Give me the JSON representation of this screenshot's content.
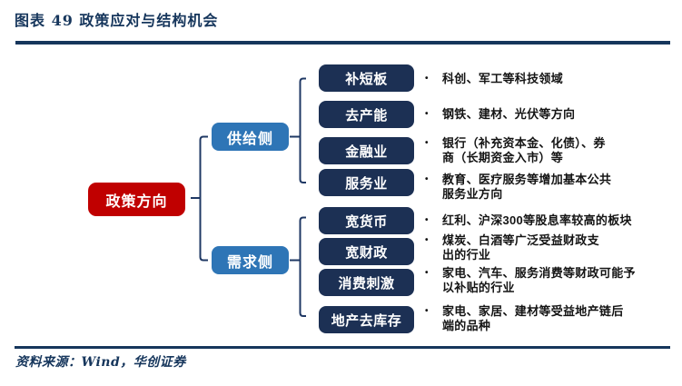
{
  "header": {
    "title": "图表 49  政策应对与结构机会"
  },
  "footer": {
    "source": "资料来源：Wind，华创证券"
  },
  "colors": {
    "accent_navy": "#16365C",
    "root_red": "#C00000",
    "branch_blue": "#2E75B6",
    "leaf_navy": "#1C3054",
    "text_black": "#141414"
  },
  "diagram": {
    "bullet": "•",
    "root": {
      "label": "政策方向"
    },
    "branches": [
      {
        "label": "供给侧",
        "children": [
          {
            "label": "补短板",
            "desc": "科创、军工等科技领域"
          },
          {
            "label": "去产能",
            "desc": "钢铁、建材、光伏等方向"
          },
          {
            "label": "金融业",
            "desc": "银行（补充资本金、化债）、券\n商（长期资金入市）等"
          },
          {
            "label": "服务业",
            "desc": "教育、医疗服务等增加基本公共\n服务业方向"
          }
        ]
      },
      {
        "label": "需求侧",
        "children": [
          {
            "label": "宽货币",
            "desc": "红利、沪深300等股息率较高的板块"
          },
          {
            "label": "宽财政",
            "desc": "煤炭、白酒等广泛受益财政支\n出的行业"
          },
          {
            "label": "消费刺激",
            "desc": "家电、汽车、服务消费等财政可能予\n以补贴的行业"
          },
          {
            "label": "地产去库存",
            "desc": "家电、家居、建材等受益地产链后\n端的品种"
          }
        ]
      }
    ]
  }
}
